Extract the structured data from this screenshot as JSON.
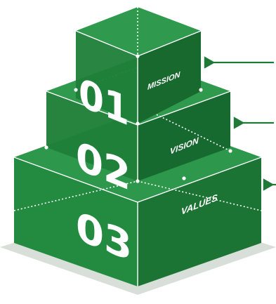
{
  "diagram": {
    "colors": {
      "front_left": "#218a3e",
      "front_right": "#1a7232",
      "top": "#2f9a4d",
      "shadow": "#d7ddd7",
      "arrow": "#1f7a38"
    },
    "tiers": [
      {
        "number": "01",
        "label": "MISSION"
      },
      {
        "number": "02",
        "label": "VISION"
      },
      {
        "number": "03",
        "label": "VALUES"
      }
    ]
  }
}
